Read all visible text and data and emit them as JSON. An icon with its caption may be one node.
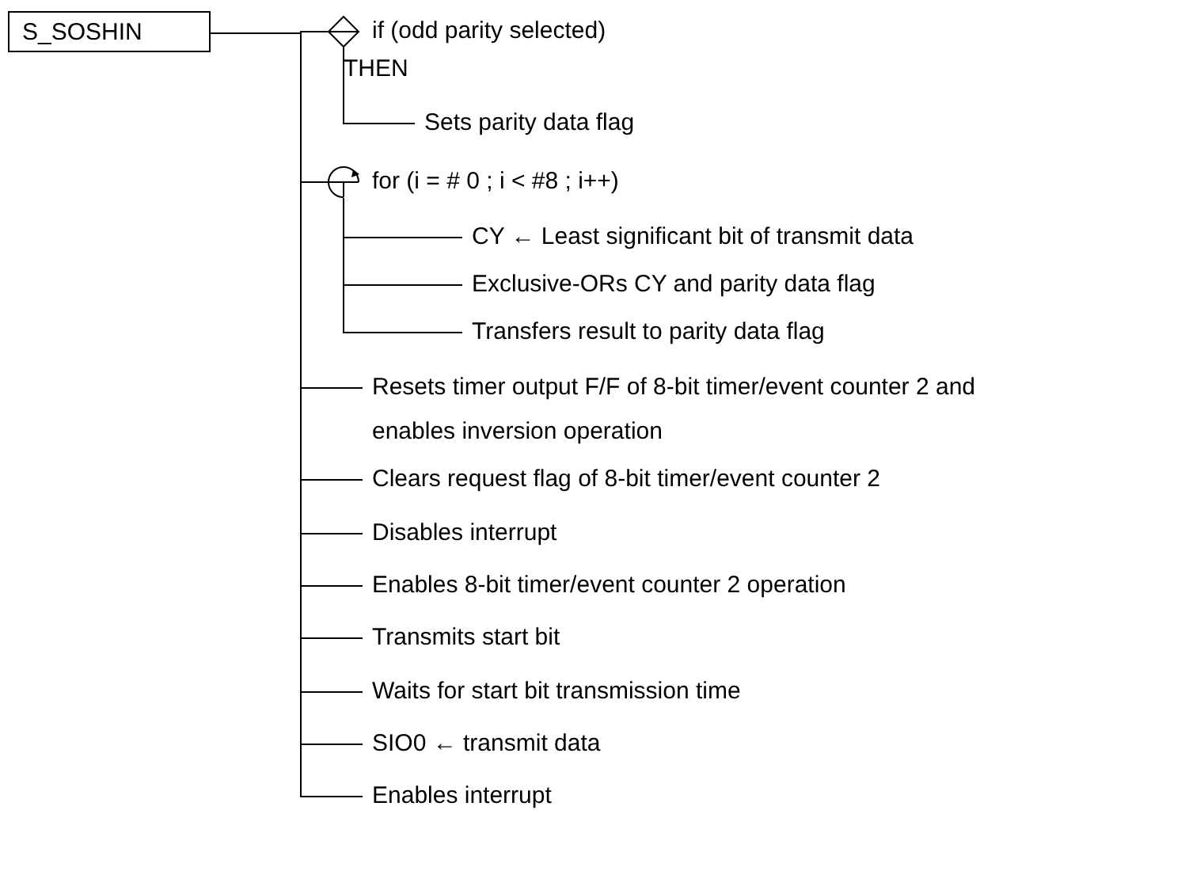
{
  "diagram": {
    "nodes": [
      {
        "text": [
          "S_SOSHIN"
        ]
      },
      {
        "text": [],
        "shape": "diamond",
        "beside": [
          "if (odd parity selected)",
          "THEN"
        ]
      },
      {
        "text": [
          "Sets parity data flag"
        ]
      },
      {
        "text": [],
        "shape": "circle",
        "beside": [
          "for (i = # 0 ; i < #8 ; i++)"
        ]
      },
      {
        "text": [
          "CY ← Least significant bit of transmit data"
        ]
      },
      {
        "text": [
          "Exclusive-ORs CY and parity data flag"
        ]
      },
      {
        "text": [
          "Transfers result to parity data flag"
        ]
      },
      {
        "text": [
          "Resets timer output F/F of 8-bit timer/event counter 2 and enables inversion operation"
        ]
      },
      {
        "text": [
          "Clears request flag of 8-bit timer/event counter 2"
        ]
      },
      {
        "text": [
          "Disables interrupt"
        ]
      },
      {
        "text": [
          "Enables 8-bit timer/event counter 2 operation"
        ]
      },
      {
        "text": [
          "Transmits start bit"
        ]
      },
      {
        "text": [
          "Waits for start bit transmission time"
        ]
      },
      {
        "text": [
          "SIO0 ← transmit data"
        ]
      },
      {
        "text": [
          "Enables interrupt"
        ]
      }
    ],
    "edges": [
      {
        "from": 0,
        "to": 1,
        "arrow": "none"
      },
      {
        "from": 1,
        "to": 2,
        "arrow": "none"
      },
      {
        "from": 0,
        "to": 3,
        "arrow": "none"
      },
      {
        "from": 3,
        "to": 4,
        "arrow": "none"
      },
      {
        "from": 3,
        "to": 5,
        "arrow": "none"
      },
      {
        "from": 3,
        "to": 6,
        "arrow": "none"
      },
      {
        "from": 0,
        "to": 7,
        "arrow": "none"
      },
      {
        "from": 0,
        "to": 8,
        "arrow": "none"
      },
      {
        "from": 0,
        "to": 9,
        "arrow": "none"
      },
      {
        "from": 0,
        "to": 10,
        "arrow": "none"
      },
      {
        "from": 0,
        "to": 11,
        "arrow": "none"
      },
      {
        "from": 0,
        "to": 12,
        "arrow": "none"
      },
      {
        "from": 0,
        "to": 13,
        "arrow": "none"
      },
      {
        "from": 0,
        "to": 14,
        "arrow": "none"
      }
    ]
  }
}
